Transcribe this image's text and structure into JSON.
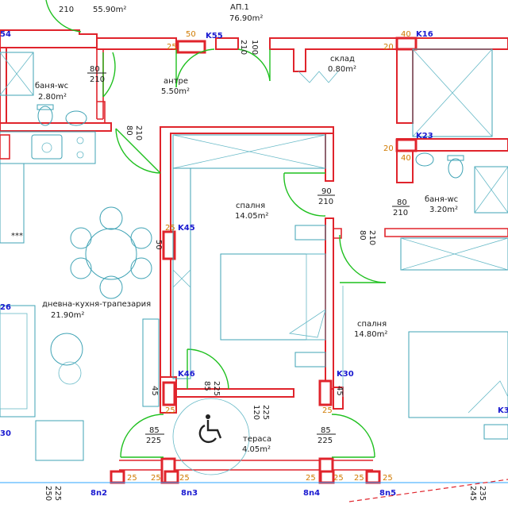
{
  "rooms": {
    "top_left_area": "55.90m²",
    "top_left_num": "210",
    "apartment_name": "АП.1",
    "apartment_area": "76.90m²",
    "bath_left_name": "баня-wc",
    "bath_left_area": "2.80m²",
    "hall_name": "антре",
    "hall_area": "5.50m²",
    "storage_name": "склад",
    "storage_area": "0.80m²",
    "bed1_name": "спалня",
    "bed1_area": "14.05m²",
    "bath_right_name": "баня-wc",
    "bath_right_area": "3.20m²",
    "living_name": "дневна-кухня-трапезария",
    "living_area": "21.90m²",
    "bed2_name": "спалня",
    "bed2_area": "14.80m²",
    "terrace_name": "тераса",
    "terrace_area": "4.05m²"
  },
  "tags": {
    "k55": "K55",
    "k16": "K16",
    "k23": "K23",
    "k45": "K45",
    "k46": "K46",
    "k30": "K30",
    "left_top": "54",
    "left_mid": "26",
    "left_bot": "30",
    "right_edge": "K3",
    "on2": "8n2",
    "on3": "8n3",
    "on4": "8n4",
    "on5": "8n5"
  },
  "dims": {
    "d50_top": "50",
    "d25_top": "25",
    "d100": "100",
    "d210_vert": "210",
    "d40": "40",
    "d20_a": "20",
    "d20_b": "20",
    "d40_b": "40",
    "bath_door_num": "80",
    "bath_door_den": "210",
    "bed_door_num": "90",
    "bed_door_den": "210",
    "rbath_door_num": "80",
    "rbath_door_den": "210",
    "d25_k45": "25",
    "d50_k45": "50",
    "d45_left": "45",
    "d85_225_num": "85",
    "d85_225_den": "225",
    "d120": "120",
    "d225": "225",
    "d45_right": "45",
    "d25_k30": "25",
    "t1_num": "85",
    "t1_den": "225",
    "t2_num": "85",
    "t2_den": "225",
    "b25_1": "25",
    "b25_2": "25",
    "b25_3": "25",
    "b25_4": "25",
    "b25_5": "25",
    "b25_6": "25",
    "b25_7": "25",
    "b250": "250",
    "b225": "225",
    "b245": "245",
    "b235": "235",
    "k30_25": "25"
  },
  "icons": {
    "wheelchair": "wheelchair-icon",
    "hob_dots": "***"
  },
  "colors": {
    "wall": "#e0242c",
    "furniture": "#3fa3b5",
    "door": "#1fc01f",
    "tag": "#1a1ad0",
    "dimension_accent": "#d07a00"
  }
}
